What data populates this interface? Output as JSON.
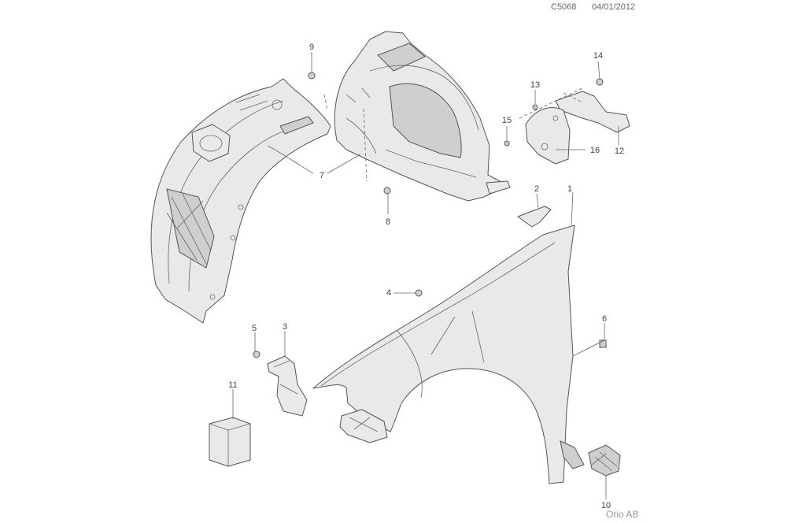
{
  "header": {
    "code": "C5068",
    "date": "04/01/2012"
  },
  "footer": {
    "brand": "Orio AB"
  },
  "callouts": [
    {
      "id": "1",
      "label": "1"
    },
    {
      "id": "2",
      "label": "2"
    },
    {
      "id": "3",
      "label": "3"
    },
    {
      "id": "4",
      "label": "4"
    },
    {
      "id": "5",
      "label": "5"
    },
    {
      "id": "6",
      "label": "6"
    },
    {
      "id": "7",
      "label": "7"
    },
    {
      "id": "8",
      "label": "8"
    },
    {
      "id": "9",
      "label": "9"
    },
    {
      "id": "10",
      "label": "10"
    },
    {
      "id": "11",
      "label": "11"
    },
    {
      "id": "12",
      "label": "12"
    },
    {
      "id": "13",
      "label": "13"
    },
    {
      "id": "14",
      "label": "14"
    },
    {
      "id": "15",
      "label": "15"
    },
    {
      "id": "16",
      "label": "16"
    }
  ]
}
